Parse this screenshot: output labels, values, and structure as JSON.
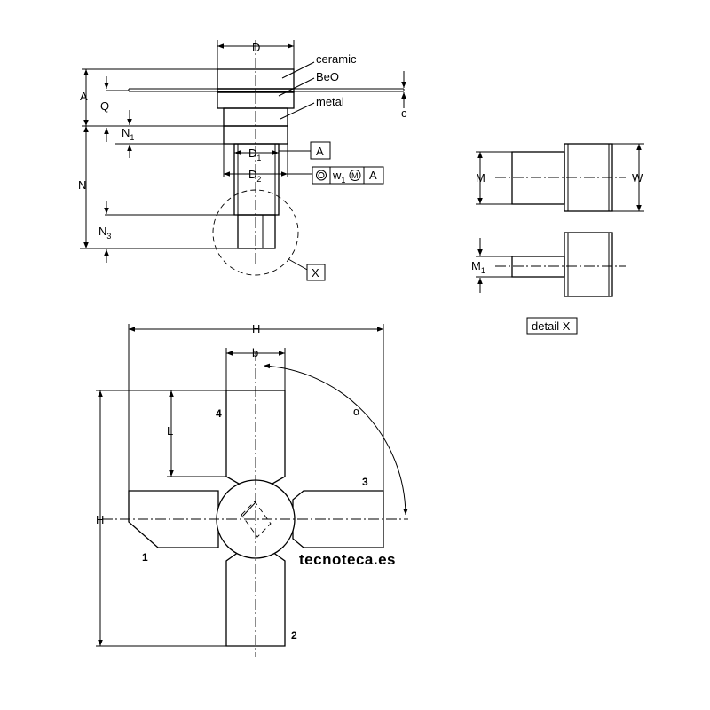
{
  "labels": {
    "material_ceramic": "ceramic",
    "material_beo": "BeO",
    "material_metal": "metal",
    "dim_D": "D",
    "dim_D1": "D",
    "dim_D1_sub": "1",
    "dim_D2": "D",
    "dim_D2_sub": "2",
    "dim_A": "A",
    "dim_Q": "Q",
    "dim_N1": "N",
    "dim_N1_sub": "1",
    "dim_N": "N",
    "dim_N3": "N",
    "dim_N3_sub": "3",
    "dim_c": "c",
    "datum_A": "A",
    "tol_w": "w",
    "tol_w_sub": "1",
    "tol_M": "M",
    "tol_A": "A",
    "detail_ref": "X",
    "detail_M": "M",
    "detail_W": "W",
    "detail_M1": "M",
    "detail_M1_sub": "1",
    "detail_caption": "detail X",
    "dim_H_top": "H",
    "dim_H_left": "H",
    "dim_b": "b",
    "dim_L": "L",
    "dim_alpha": "α",
    "pin_1": "1",
    "pin_2": "2",
    "pin_3": "3",
    "pin_4": "4",
    "watermark": "tecnoteca.es"
  },
  "colors": {
    "stroke": "#000000",
    "background": "#ffffff"
  }
}
